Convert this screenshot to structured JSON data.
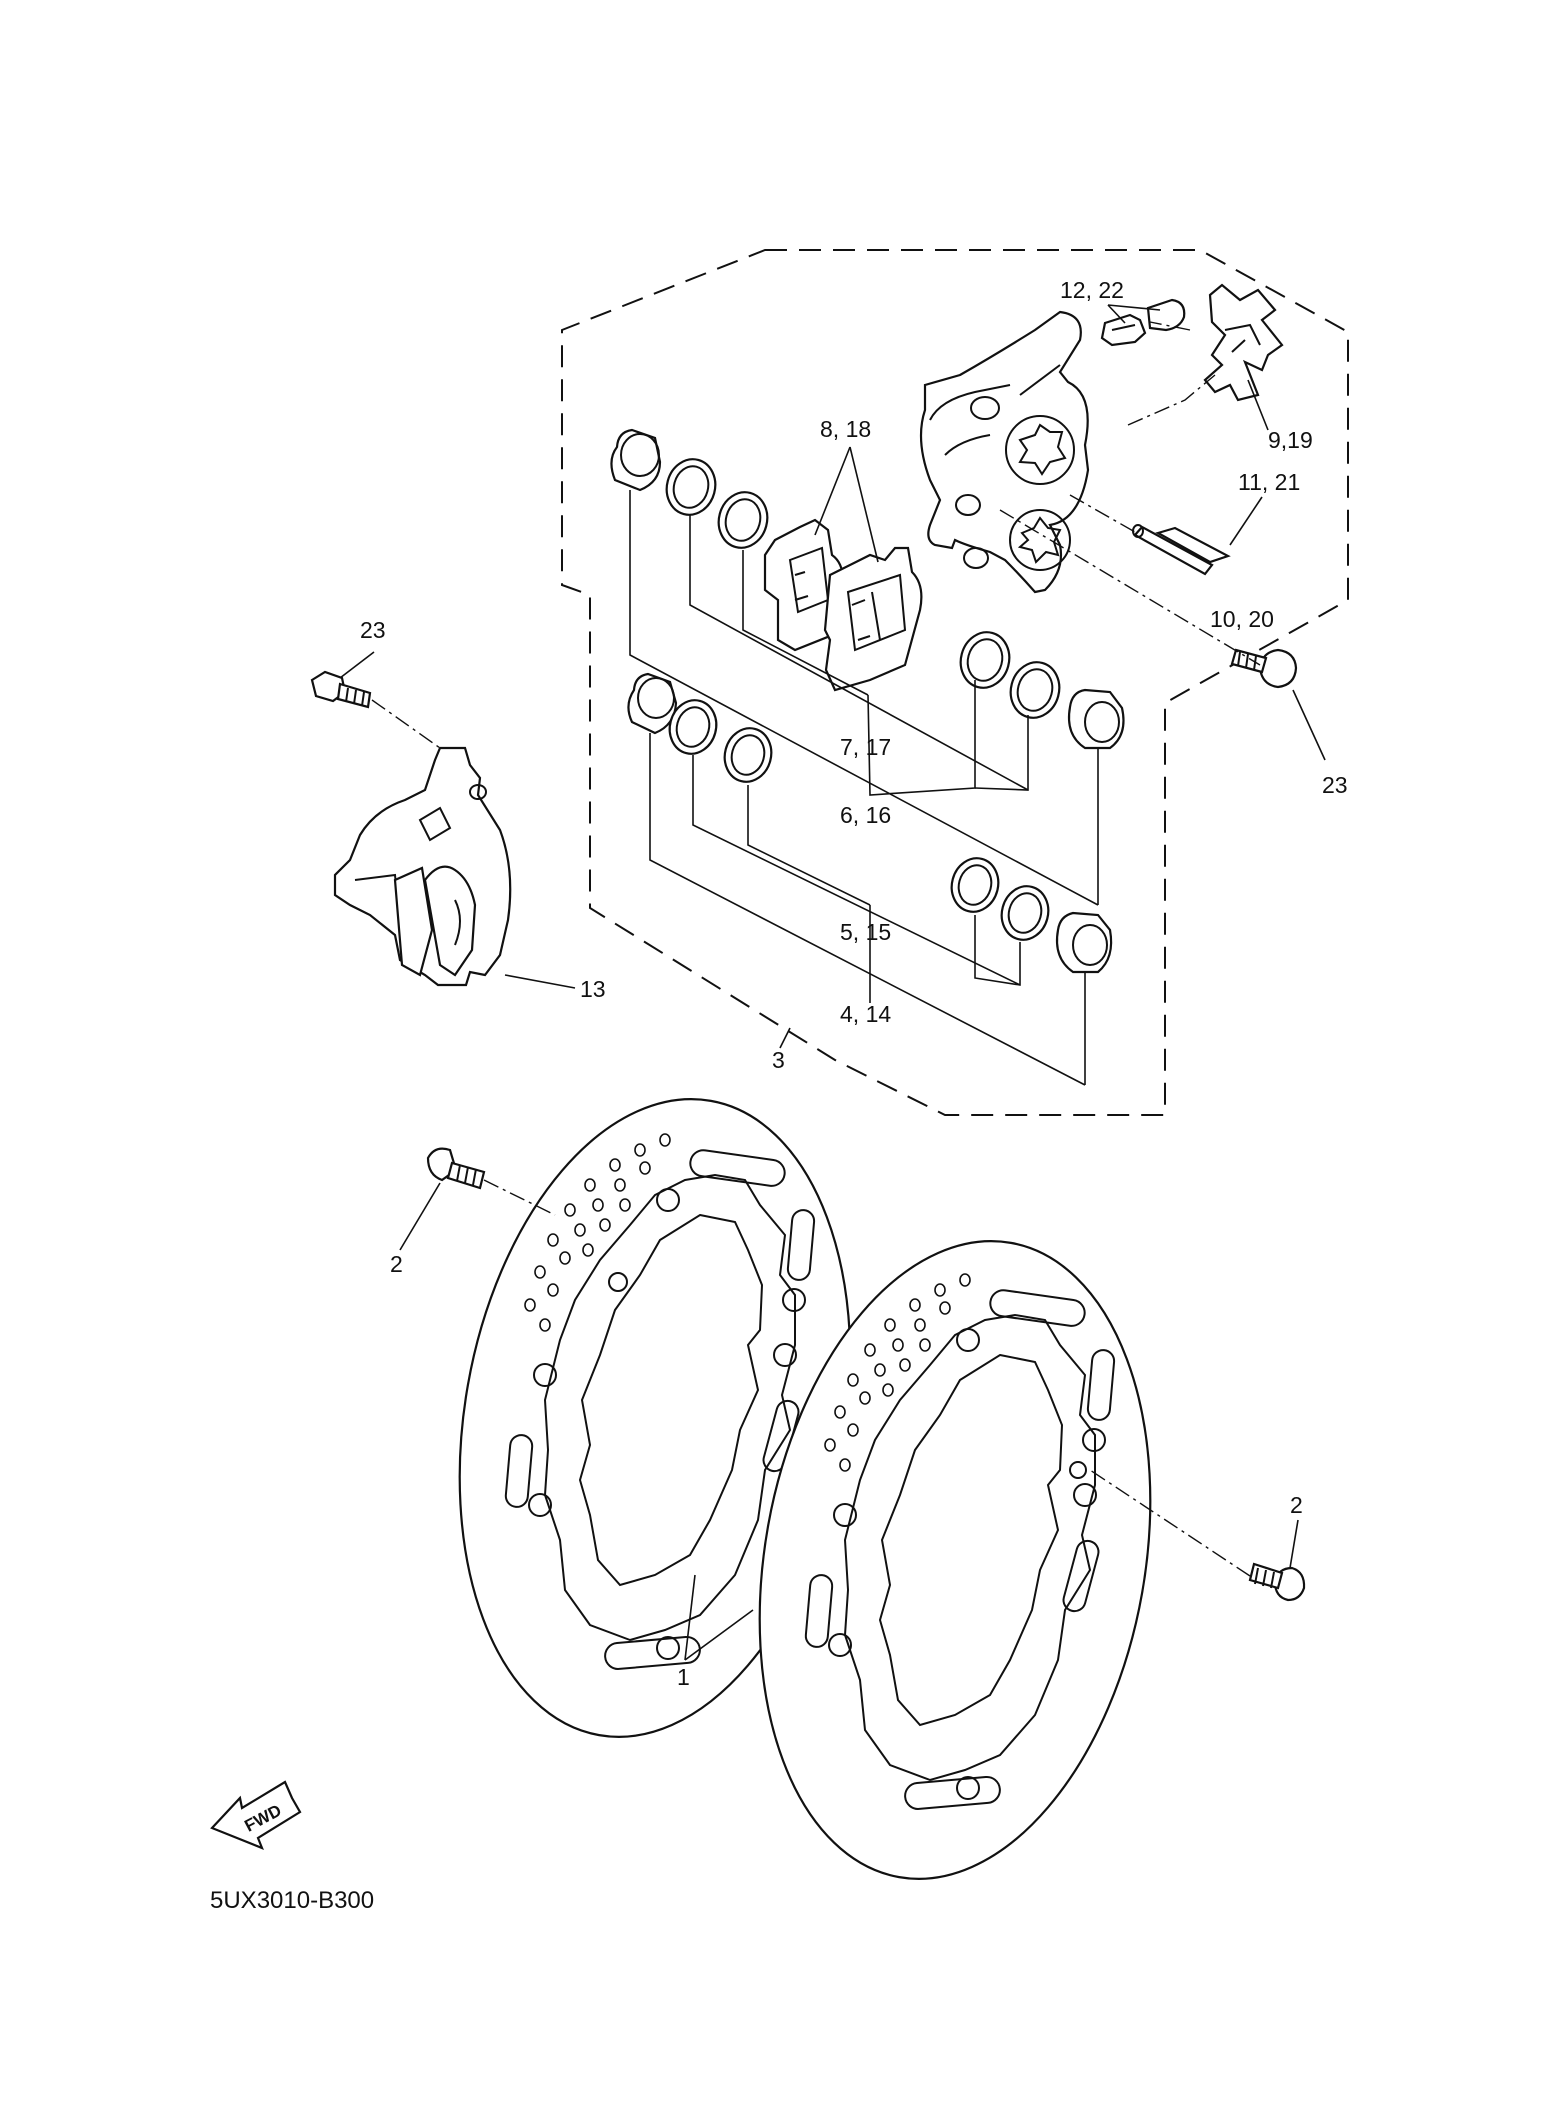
{
  "diagram_code": "5UX3010-B300",
  "fwd_label": "FWD",
  "callouts": {
    "c1": "1",
    "c2a": "2",
    "c2b": "2",
    "c3": "3",
    "c4_14": "4, 14",
    "c5_15": "5, 15",
    "c6_16": "6, 16",
    "c7_17": "7, 17",
    "c8_18": "8, 18",
    "c9_19": "9,19",
    "c10_20": "10, 20",
    "c11_21": "11, 21",
    "c12_22": "12, 22",
    "c13": "13",
    "c23a": "23",
    "c23b": "23"
  },
  "icons": {
    "fwd_arrow": "fwd-arrow-icon"
  }
}
